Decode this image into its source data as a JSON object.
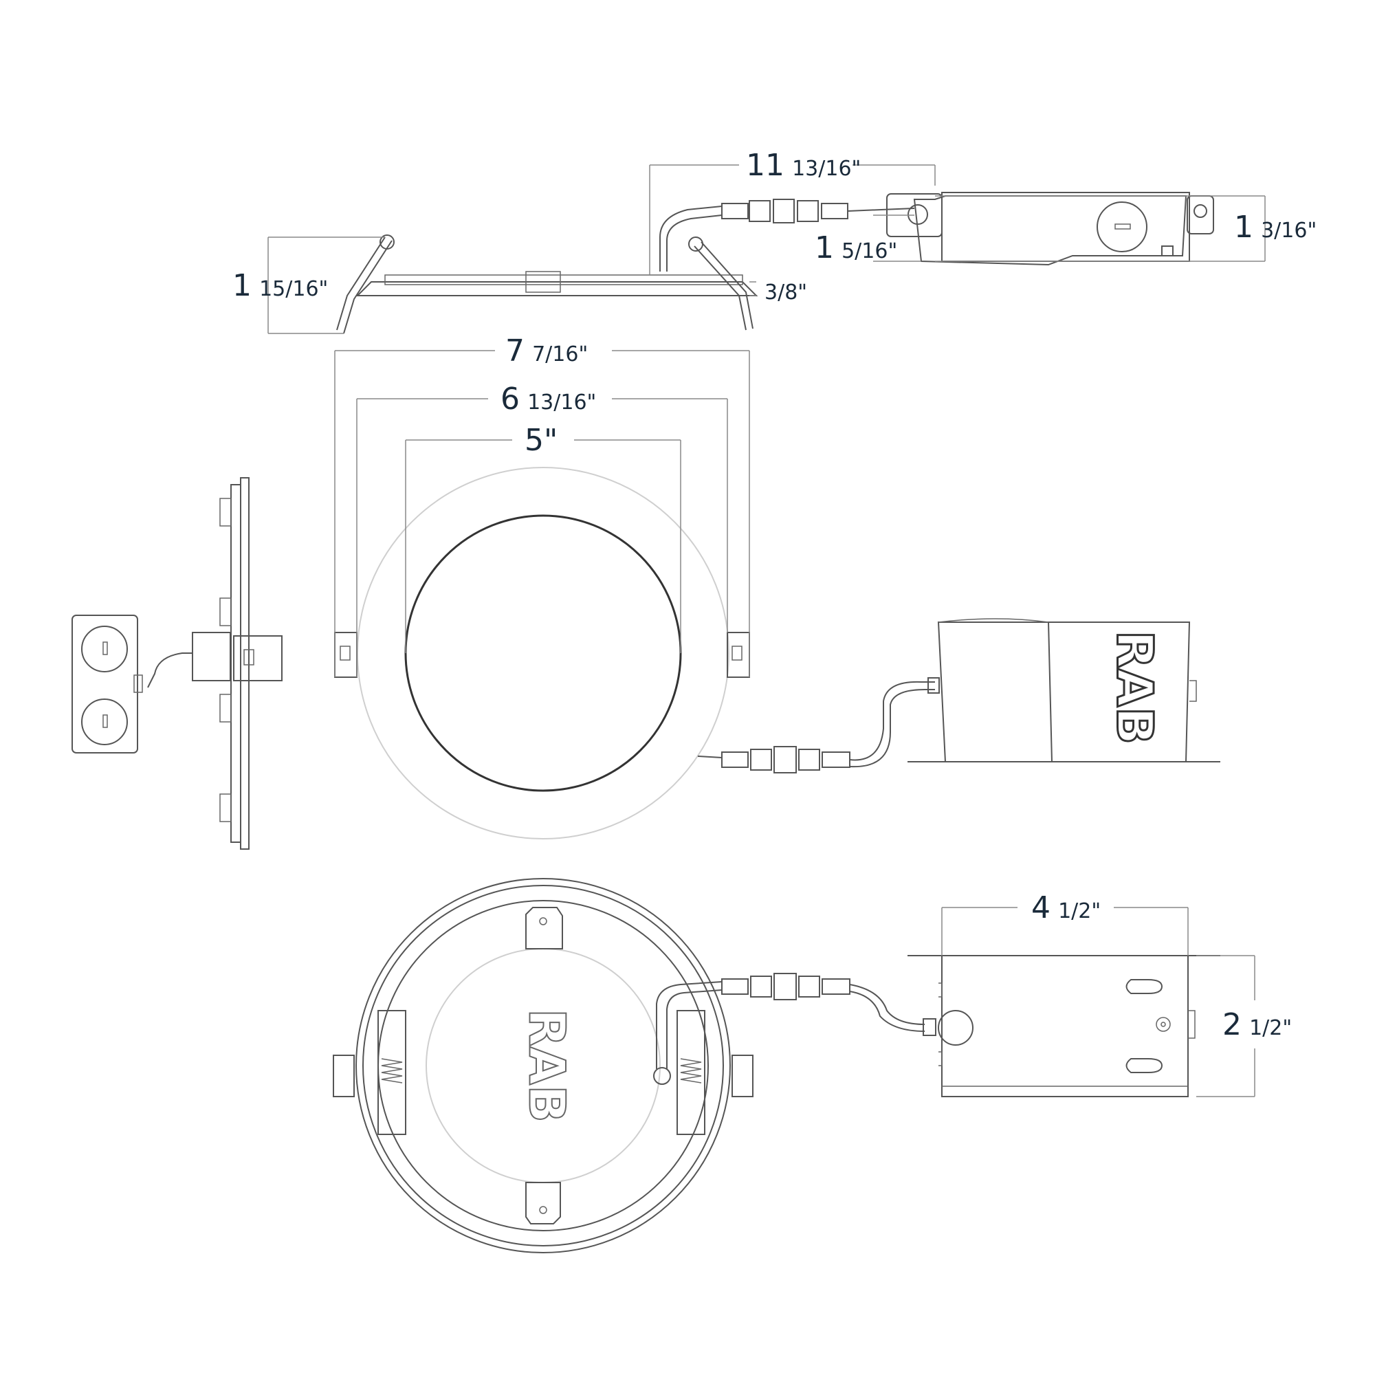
{
  "brand": {
    "name": "RAB"
  },
  "dimensions": {
    "lead_length": {
      "whole": "11",
      "frac": "13/16\""
    },
    "driver_height": {
      "whole": "1",
      "frac": "3/16\""
    },
    "lead_offset": {
      "whole": "1",
      "frac": "5/16\""
    },
    "fixture_height": {
      "whole": "1",
      "frac": "15/16\""
    },
    "flange_thickness": {
      "frac": "3/8\""
    },
    "outer_diameter": {
      "whole": "7",
      "frac": "7/16\""
    },
    "cutout_diameter": {
      "whole": "6",
      "frac": "13/16\""
    },
    "lens_diameter": {
      "text": "5\""
    },
    "box_length": {
      "whole": "4",
      "frac": "1/2\""
    },
    "box_width": {
      "whole": "2",
      "frac": "1/2\""
    }
  }
}
